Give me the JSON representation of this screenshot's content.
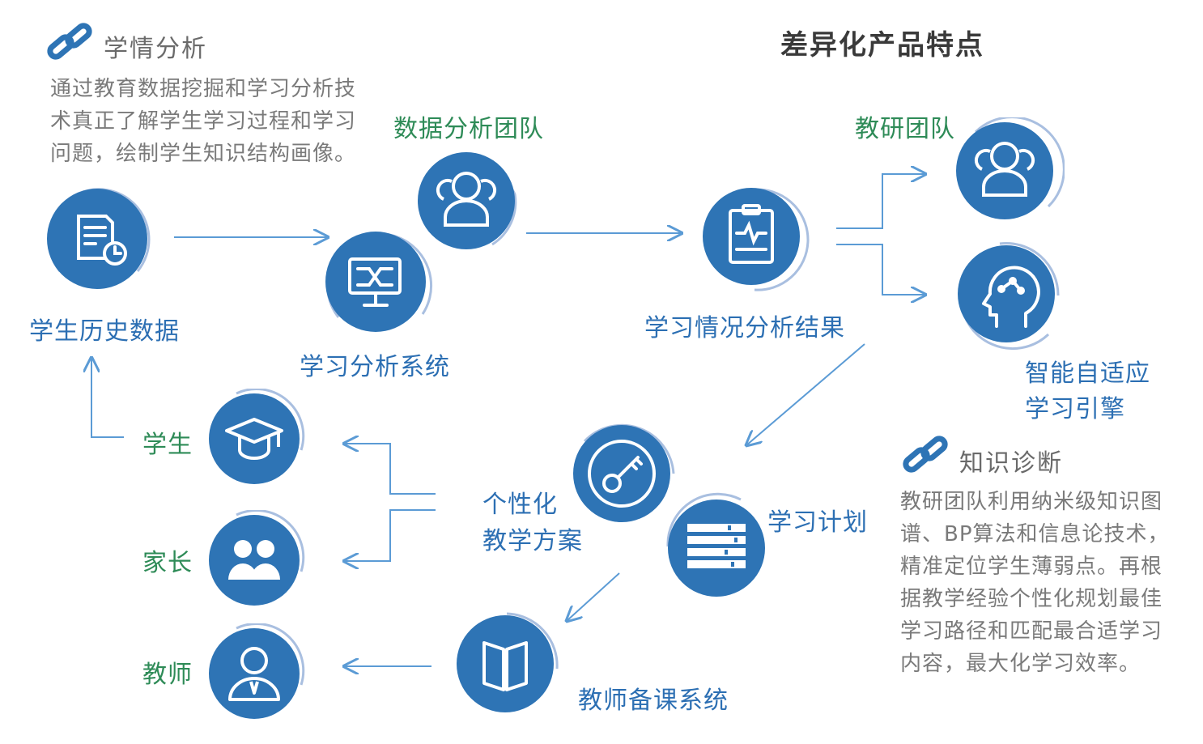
{
  "title": "差异化产品特点",
  "analysis": {
    "heading": "学情分析",
    "body": "通过教育数据挖掘和学习分析技术真正了解学生学习过程和学习问题，绘制学生知识结构画像。"
  },
  "diagnosis": {
    "heading": "知识诊断",
    "body": "教研团队利用纳米级知识图谱、BP算法和信息论技术，精准定位学生薄弱点。再根据教学经验个性化规划最佳学习路径和匹配最合适学习内容，最大化学习效率。"
  },
  "nodes": {
    "history": {
      "label": "学生历史数据",
      "icon": "document-clock-icon"
    },
    "system": {
      "label": "学习分析系统",
      "icon": "monitor-icon"
    },
    "data_team": {
      "label": "数据分析团队",
      "icon": "team-icon"
    },
    "result": {
      "label": "学习情况分析结果",
      "icon": "clipboard-chart-icon"
    },
    "research_team": {
      "label": "教研团队",
      "icon": "team-icon"
    },
    "engine": {
      "label1": "智能自适应",
      "label2": "学习引擎",
      "icon": "brain-head-icon"
    },
    "plan_personal": {
      "label1": "个性化",
      "label2": "教学方案",
      "icon": "key-icon"
    },
    "plan": {
      "label": "学习计划",
      "icon": "list-icon"
    },
    "teacher_prep": {
      "label": "教师备课系统",
      "icon": "book-icon"
    },
    "student": {
      "label": "学生",
      "icon": "graduation-cap-icon"
    },
    "parent": {
      "label": "家长",
      "icon": "parents-icon"
    },
    "teacher": {
      "label": "教师",
      "icon": "teacher-icon"
    }
  },
  "colors": {
    "circle": "#2e74b5",
    "ring": "#a9bfe0",
    "arrow": "#5b9bd5",
    "blue_text": "#2c6fb3",
    "green_text": "#2e8b57"
  }
}
